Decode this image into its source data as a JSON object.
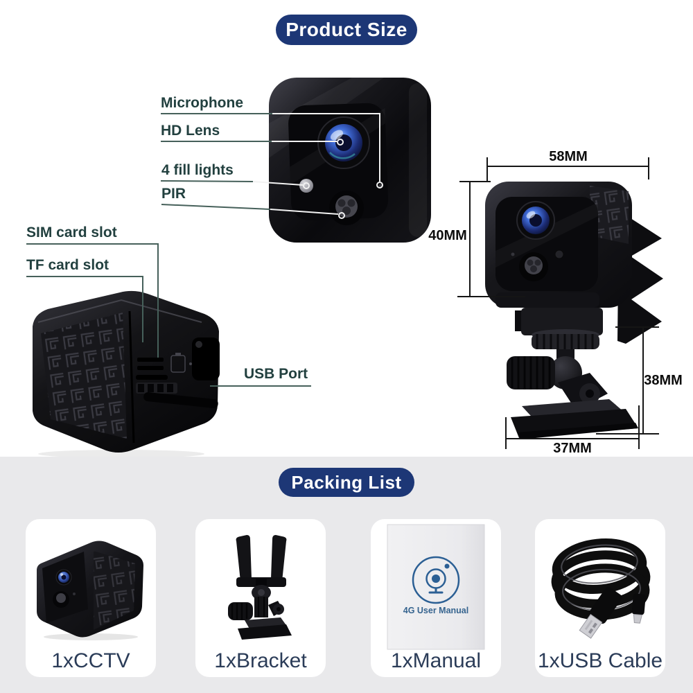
{
  "page": {
    "background": "#ffffff",
    "band_background": "#e9e9eb"
  },
  "colors": {
    "badge_navy": "#1d3776",
    "callout_text": "#22403f",
    "dimension_text": "#0d0d0d",
    "card_label_text": "#2b3c58",
    "manual_blue": "#2e6094"
  },
  "product_size": {
    "title": "Product Size",
    "front_labels": {
      "microphone": "Microphone",
      "hd_lens": "HD Lens",
      "fill_lights": "4 fill lights",
      "pir": "PIR"
    },
    "body_labels": {
      "sim": "SIM card slot",
      "tf": "TF card slot",
      "usb": "USB Port"
    },
    "dimensions": {
      "width_top": "58MM",
      "height_left": "40MM",
      "height_right": "38MM",
      "width_bottom": "37MM"
    }
  },
  "packing": {
    "title": "Packing List",
    "manual_text": "4G User Manual",
    "items": [
      {
        "label": "1xCCTV",
        "icon": "cctv-camera-image"
      },
      {
        "label": "1xBracket",
        "icon": "bracket-image"
      },
      {
        "label": "1xManual",
        "icon": "webcam-icon"
      },
      {
        "label": "1xUSB Cable",
        "icon": "usb-cable-image"
      }
    ]
  }
}
